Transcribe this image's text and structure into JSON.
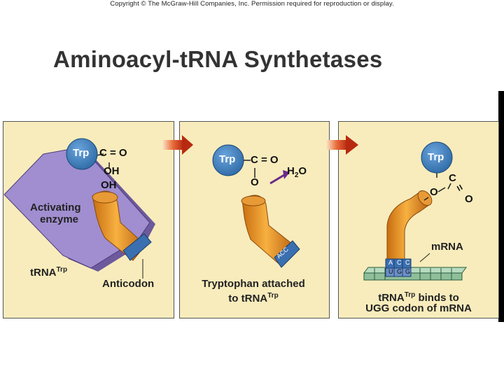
{
  "header": {
    "copyright": "Copyright © The McGraw-Hill Companies, Inc. Permission required for reproduction or display.",
    "title": "Aminoacyl-tRNA Synthetases"
  },
  "colors": {
    "panel_bg": "#f8ecbc",
    "enzyme": "#9a86c8",
    "trna": "#f0a030",
    "trp_ball": "#3d7fbf",
    "arrow": "#c23a1a",
    "mrna": "#8fbf9a"
  },
  "panel1": {
    "trp": "Trp",
    "carbonyl": "C = O",
    "oh1": "OH",
    "oh2": "OH",
    "enzyme_label_1": "Activating",
    "enzyme_label_2": "enzyme",
    "trna_label": "tRNA",
    "trna_sup": "Trp",
    "anticodon_label": "Anticodon"
  },
  "panel2": {
    "trp": "Trp",
    "carbonyl": "C = O",
    "oxygen": "O",
    "water_h": "H",
    "water_2": "2",
    "water_o": "O",
    "anticodon": "ACC",
    "caption_1": "Tryptophan attached",
    "caption_2": "to tRNA",
    "caption_sup": "Trp"
  },
  "panel3": {
    "trp": "Trp",
    "carbon": "C",
    "eq": "=",
    "o_dbl": "O",
    "o_link": "O",
    "anticodon": [
      "A",
      "C",
      "C"
    ],
    "codon": [
      "U",
      "G",
      "G"
    ],
    "mrna_label": "mRNA",
    "caption_1a": "tRNA",
    "caption_1sup": "Trp",
    "caption_1b": " binds to",
    "caption_2": "UGG codon of mRNA"
  }
}
